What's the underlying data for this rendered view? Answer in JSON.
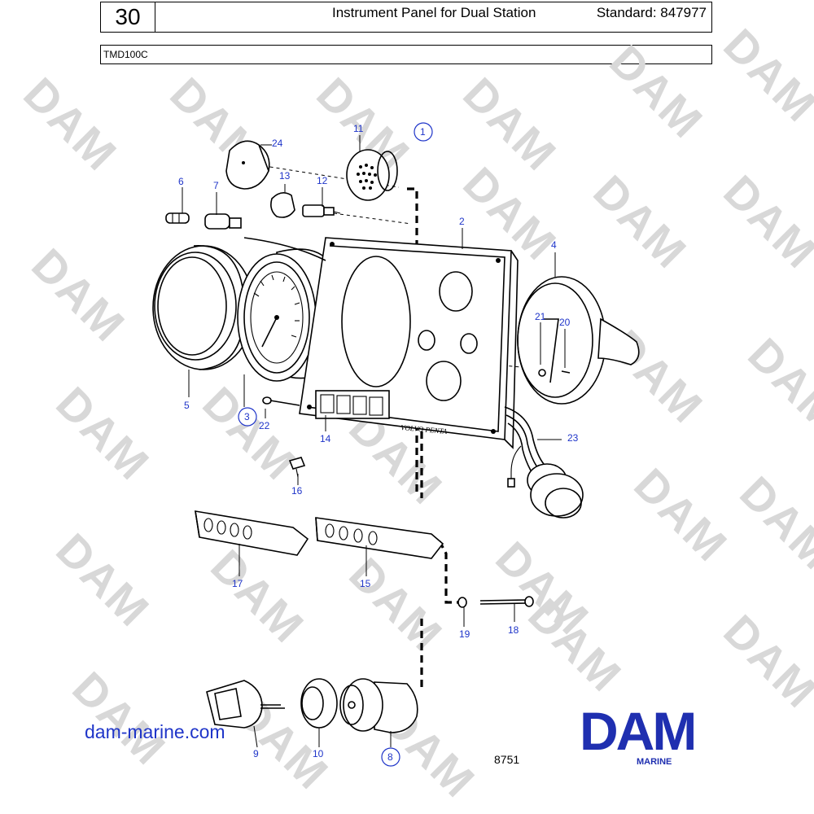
{
  "header": {
    "section_number": "30",
    "title": "Instrument Panel for Dual Station",
    "standard": "Standard: 847977"
  },
  "model": "TMD100C",
  "watermark_text": "DAM",
  "panel_brand_text": "VOLVO PENTA",
  "callouts": [
    "1",
    "2",
    "3",
    "4",
    "5",
    "6",
    "7",
    "8",
    "9",
    "10",
    "11",
    "12",
    "13",
    "14",
    "15",
    "16",
    "17",
    "18",
    "19",
    "20",
    "21",
    "22",
    "23",
    "24"
  ],
  "circled_callouts": [
    "1",
    "3",
    "8"
  ],
  "footer": {
    "website": "dam-marine.com",
    "logo_text": "DAM",
    "logo_subtext": "MARINE",
    "figure_code": "8751"
  },
  "colors": {
    "callout_blue": "#1f35c9",
    "logo_blue": "#1f2fb0",
    "watermark_gray": "#d8d8d8",
    "line": "#000000"
  },
  "icons": [
    "instrument-panel",
    "tachometer-gauge",
    "gauge-ring",
    "warning-lamp-module",
    "key-switch",
    "key",
    "connector-plug",
    "wiring-harness"
  ]
}
